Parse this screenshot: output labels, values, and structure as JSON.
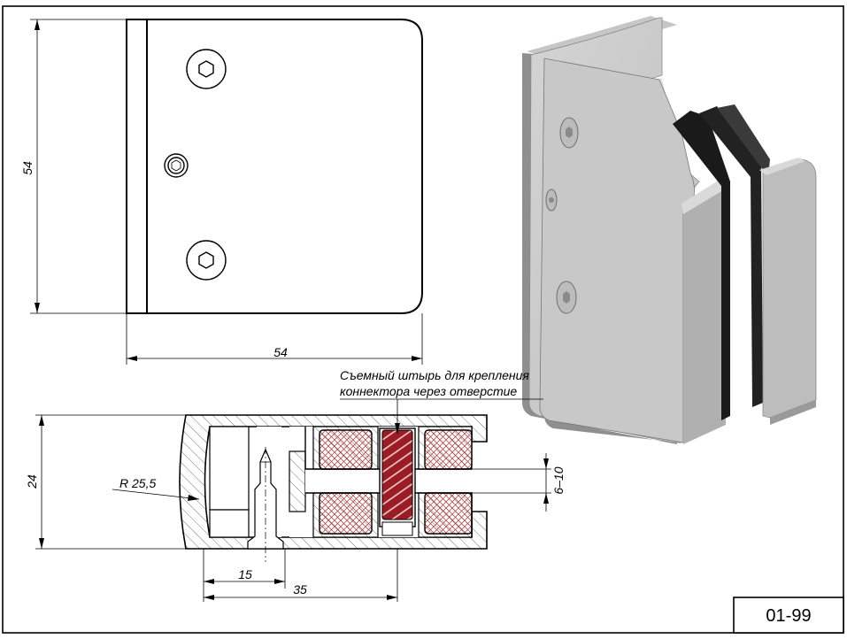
{
  "drawing": {
    "code": "01-99",
    "top_view": {
      "height_dim": "54",
      "width_dim": "54"
    },
    "section_view": {
      "thickness_dim": "24",
      "radius_label": "R 25,5",
      "dim_15": "15",
      "dim_35": "35",
      "gap_dim": "6–10",
      "note_line1": "Съемный штырь для крепления",
      "note_line2": "коннектора через отверстие"
    },
    "colors": {
      "pin": "#9b1c24",
      "gasket_hatch": "#b03030",
      "body_shade": "#c8c8c8",
      "rubber": "#1a1a1a"
    },
    "icons": [
      "hex-socket-screw-icon",
      "hex-socket-screw-icon",
      "hex-socket-screw-icon"
    ]
  }
}
